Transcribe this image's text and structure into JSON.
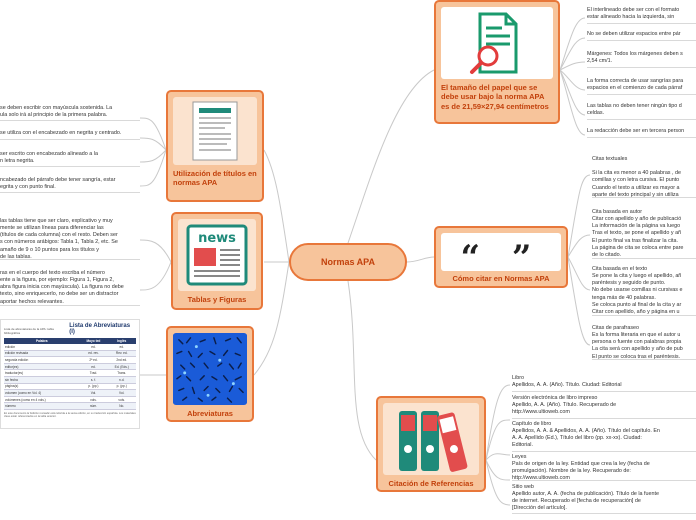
{
  "center": {
    "label": "Normas APA"
  },
  "topics": {
    "tamano": {
      "title": "El tamaño del papel que se debe usar bajo la norma APA es de 21,59×27,94 centímetros",
      "icon": "document-search-icon"
    },
    "citar": {
      "title": "Cómo citar en Normas APA",
      "icon": "quotation-marks-icon"
    },
    "referencias": {
      "title": "Citación de Referencias",
      "icon": "binders-icon"
    },
    "titulos": {
      "title": "Utilización de títulos en normas APA",
      "icon": "text-document-icon"
    },
    "tablas": {
      "title": "Tablas y Figuras",
      "icon": "news-icon",
      "news_word": "news"
    },
    "abreviaturas": {
      "title": "Abreviaturas",
      "icon": "abstract-pattern-icon"
    }
  },
  "tamano_items": [
    "El interlineado debe ser con el formato\nestar alineado hacia la izquierda, sin",
    "No se deben utilizar espacios entre pár",
    "Márgenes: Todos los márgenes deben s\n2,54 cm/1.",
    "La forma correcta de usar sangrías para\nespacios en el comienzo de cada párraf",
    "Las tablas no deben tener ningún tipo d\nceldas.",
    "La redacción debe ser en tercera person"
  ],
  "citar_items": [
    "Citas textuales\n\n Si la cita es menor a 40 palabras , de\ncomillas y con letra cursiva. El punto\nCuando el texto a utilizar es  mayor a\naparte del texto principal y sin utiliza",
    "Cita basada en autor\nCitar con apellido y año de publicació\nLa información de la página va luego\nTras el texto, se pone el apellido y añ\nEl punto final va tras finalizar la cita.\nLa página de cita se coloca entre pare\nde lo citado.",
    "Cita basada en el texto\nSe pone la cita y luego el apellido, añ\nparéntesis y seguido de punto.\nNo debe usarse comillas ni cursivas e\ntenga más de 40 palabras.\nSe coloca punto al final de la cita y ar\nCitar con apellido, año y página en u",
    "Citas de parafraseo\nEs la forma literaria en que el autor u\npersona o fuente con palabras propia\nLa cita será con apellido y año de pub\nEl punto se coloca tras el paréntesis."
  ],
  "referencias_items": [
    "Libro\nApellidos, A. A. (Año). Título. Ciudad: Editorial",
    "Versión electrónica de libro impreso\nApellido, A. A. (Año). Título. Recuperado de\nhttp://www.ultioweb.com",
    "Capítulo de libro\nApellidos, A. A. & Apellidos, A. A. (Año). Título del capítulo. En\nA. A. Apellido (Ed.), Título del libro (pp. xx-xx). Ciudad:\nEditorial.",
    "Leyes\nPaís de origen de la ley. Entidad que crea la ley (fecha de\npromulgación). Nombre de la ley. Recuperado de:\nhttp://www.ultioweb.com",
    "Sitio web\nApellido autor, A. A. (fecha de publicación). Título de la fuente\nde internet. Recuperado el [fecha de recuperación] de\n[Dirección del artículo]."
  ],
  "titulos_items": [
    "se deben escribir con mayúscula sostenida. La\nula solo irá al principio de la primera palabra.",
    "se utiliza con el encabezado en negrita y centrado.",
    " ser escrito con encabezado alineado a la\nn letra negrita.",
    "ncabezado del párrafo debe tener sangría, estar\negrita y con punto final."
  ],
  "tablas_items": [
    " las tablas tiene que ser claro, explicativo y muy\nmente se utilizan líneas para diferenciar las\n(títulos de cada columna) con el resto. Deben ser\ns con números arábigos: Tabla 1, Tabla 2, etc. Se\namaño de 9 o 10 puntos para los títulos y\n de las tablas.",
    "ras en el cuerpo del texto escriba el número\nente a la figura, por ejemplo: Figura 1, Figura 2,\nabra figura inicia con mayúscula). La figura no debe\ntexto, sino enriquecerlo, no debe ser un distractor\n aportar hechos relevantes."
  ],
  "abrev_table": {
    "title": "Lista de Abreviaturas (I)",
    "subtitle": "Lista de abreviaturas de la APA: tabla bibliográfica",
    "headers": [
      "Palabra",
      "Mayo ted",
      "Inglés"
    ],
    "rows": [
      [
        "edición",
        "ed.",
        "ed."
      ],
      [
        "edición revisada",
        "ed. rev.",
        "Rev. ed."
      ],
      [
        "segunda edición",
        "2ª ed.",
        "2nd ed."
      ],
      [
        "editor(es)",
        "ed.",
        "Ed. (Eds.)"
      ],
      [
        "traductor(es)",
        "Trad.",
        "Trans."
      ],
      [
        "sin fecha",
        "s. f.",
        "n.d."
      ],
      [
        "página(s)",
        "p. (pp.)",
        "p. (pp.)"
      ],
      [
        "volumen (como en Vol. 4)",
        "Vol.",
        "Vol."
      ],
      [
        "volúmenes (como en 4 vols.)",
        "vols.",
        "vols."
      ],
      [
        "número",
        "núm.",
        "No."
      ]
    ],
    "footnote": "En este documento la 'Edición revisada' está referida a la sexta edición, en su traducción española. Los materiales clave están referenciados en la tabla anterior."
  }
}
